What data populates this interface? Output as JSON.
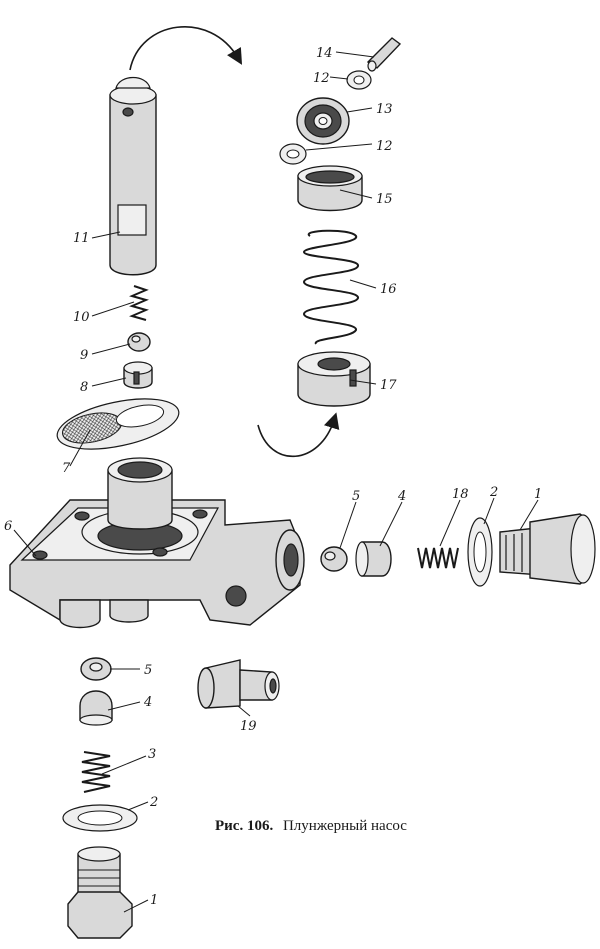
{
  "caption": {
    "prefix": "Рис. 106.",
    "title": "Плунжерный насос"
  },
  "labels": [
    {
      "id": "l14",
      "text": "14"
    },
    {
      "id": "l12a",
      "text": "12"
    },
    {
      "id": "l13",
      "text": "13"
    },
    {
      "id": "l12b",
      "text": "12"
    },
    {
      "id": "l15",
      "text": "15"
    },
    {
      "id": "l16",
      "text": "16"
    },
    {
      "id": "l17",
      "text": "17"
    },
    {
      "id": "l11",
      "text": "11"
    },
    {
      "id": "l10",
      "text": "10"
    },
    {
      "id": "l9",
      "text": "9"
    },
    {
      "id": "l8",
      "text": "8"
    },
    {
      "id": "l7",
      "text": "7"
    },
    {
      "id": "l6",
      "text": "6"
    },
    {
      "id": "l5a",
      "text": "5"
    },
    {
      "id": "l4a",
      "text": "4"
    },
    {
      "id": "l18",
      "text": "18"
    },
    {
      "id": "l2a",
      "text": "2"
    },
    {
      "id": "l1a",
      "text": "1"
    },
    {
      "id": "l5b",
      "text": "5"
    },
    {
      "id": "l4b",
      "text": "4"
    },
    {
      "id": "l19",
      "text": "19"
    },
    {
      "id": "l3",
      "text": "3"
    },
    {
      "id": "l2b",
      "text": "2"
    },
    {
      "id": "l1b",
      "text": "1"
    }
  ]
}
